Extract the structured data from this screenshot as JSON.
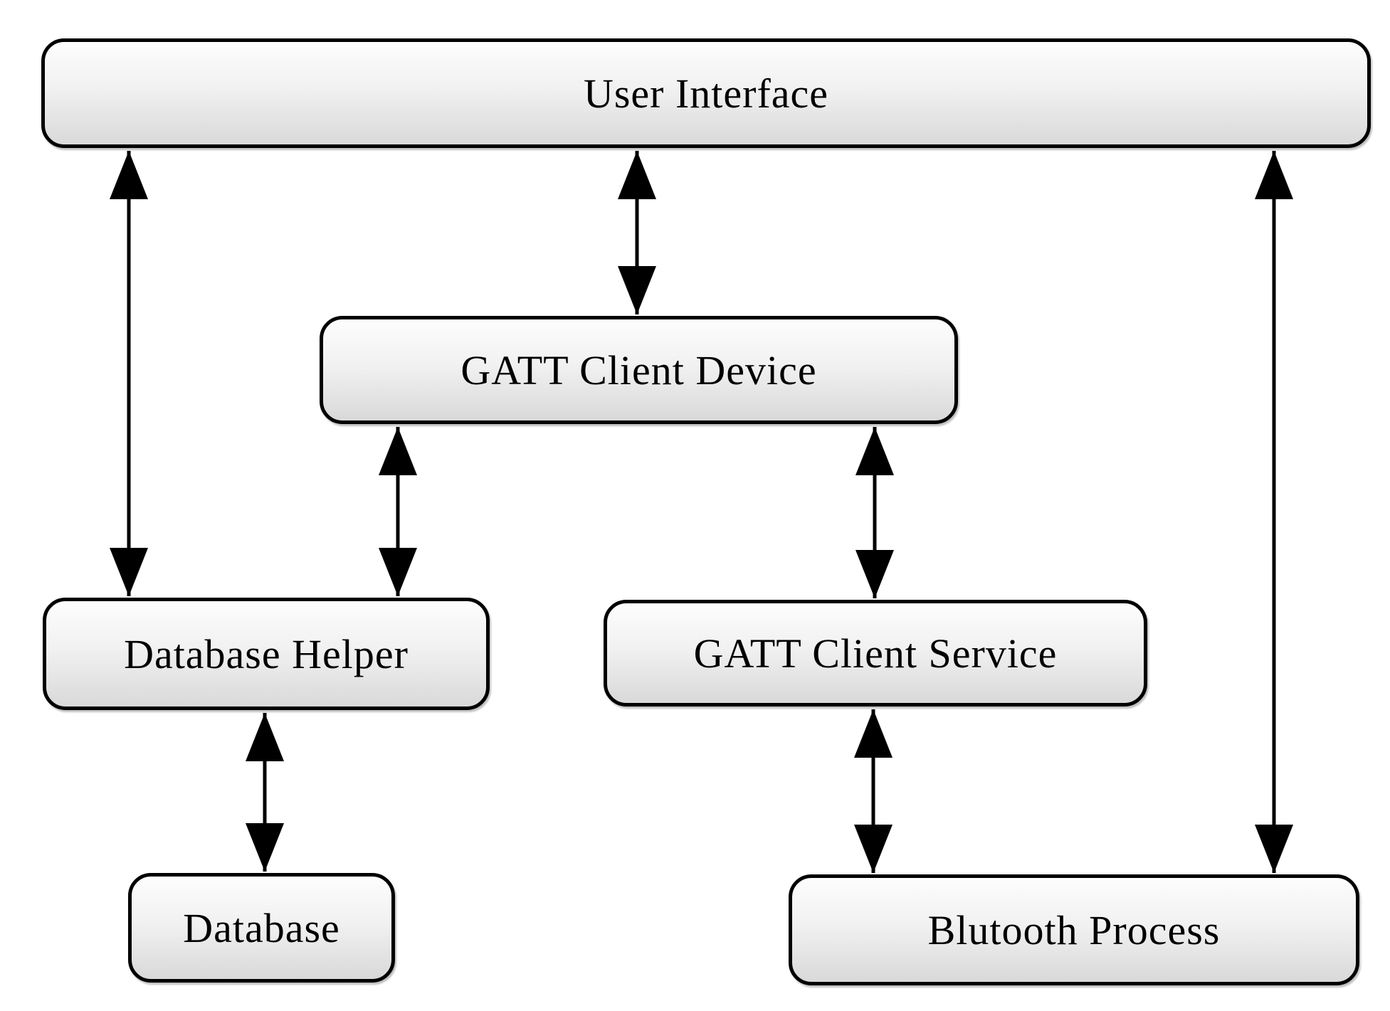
{
  "diagram": {
    "background": "#ffffff",
    "nodes": {
      "user_interface": {
        "label": "User Interface"
      },
      "gatt_client_device": {
        "label": "GATT Client Device"
      },
      "database_helper": {
        "label": "Database Helper"
      },
      "gatt_client_service": {
        "label": "GATT Client Service"
      },
      "database": {
        "label": "Database"
      },
      "blutooth_process": {
        "label": "Blutooth Process"
      }
    },
    "connections": [
      {
        "from": "User Interface",
        "to": "Database Helper",
        "bidirectional": true
      },
      {
        "from": "User Interface",
        "to": "GATT Client Device",
        "bidirectional": true
      },
      {
        "from": "User Interface",
        "to": "Blutooth Process",
        "bidirectional": true
      },
      {
        "from": "GATT Client Device",
        "to": "Database Helper",
        "bidirectional": true
      },
      {
        "from": "GATT Client Device",
        "to": "GATT Client Service",
        "bidirectional": true
      },
      {
        "from": "Database Helper",
        "to": "Database",
        "bidirectional": true
      },
      {
        "from": "GATT Client Service",
        "to": "Blutooth Process",
        "bidirectional": true
      }
    ],
    "colors": {
      "node_border": "#000000",
      "node_fill_top": "#fdfdfd",
      "node_fill_bottom": "#d9d9d9",
      "arrow": "#000000"
    }
  }
}
